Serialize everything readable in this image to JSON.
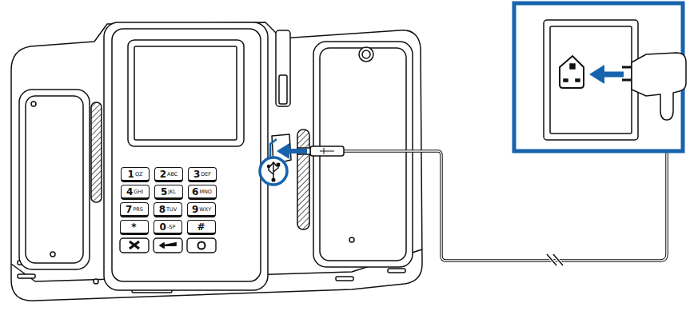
{
  "diagram": {
    "nodes": [
      {
        "text": [
          "1",
          "QZ"
        ]
      },
      {
        "text": [
          "2",
          "ABC"
        ]
      },
      {
        "text": [
          "3",
          "DEF"
        ]
      },
      {
        "text": [
          "4",
          "GHI"
        ]
      },
      {
        "text": [
          "5",
          "JKL"
        ]
      },
      {
        "text": [
          "6",
          "MNO"
        ]
      },
      {
        "text": [
          "7",
          "PRS"
        ]
      },
      {
        "text": [
          "8",
          "TUV"
        ]
      },
      {
        "text": [
          "9",
          "WXY"
        ]
      },
      {
        "text": [
          "*"
        ]
      },
      {
        "text": [
          "0",
          "-SP"
        ]
      },
      {
        "text": [
          "#"
        ]
      }
    ]
  }
}
